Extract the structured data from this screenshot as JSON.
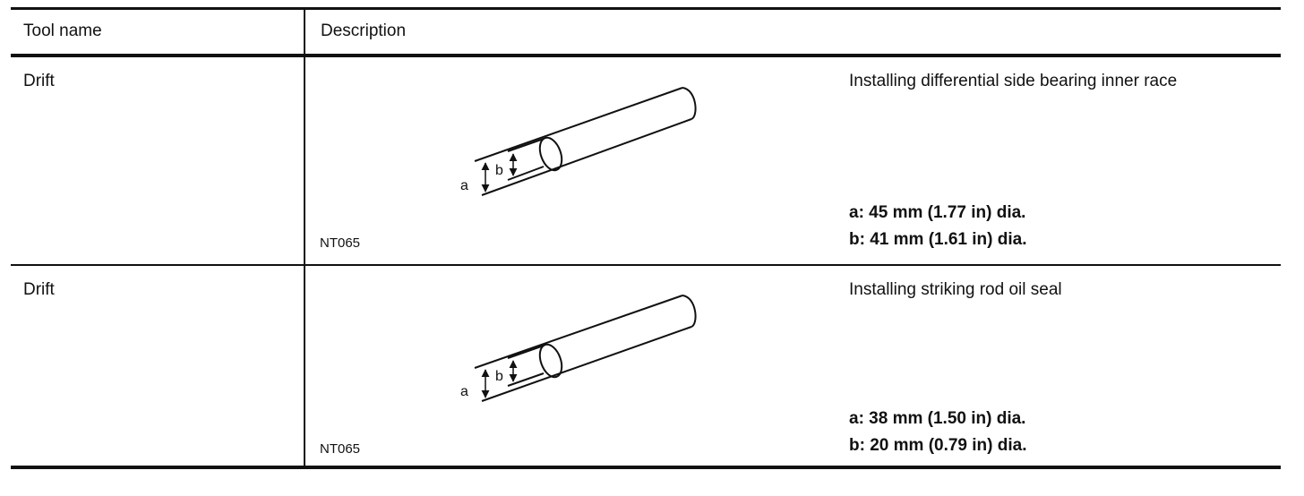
{
  "header": {
    "tool_name": "Tool name",
    "description": "Description"
  },
  "rows": [
    {
      "tool_name": "Drift",
      "purpose": "Installing differential side bearing inner race",
      "dim_a": "a:  45 mm (1.77 in) dia.",
      "dim_b": "b:  41 mm (1.61 in) dia.",
      "code": "NT065",
      "label_a": "a",
      "label_b": "b"
    },
    {
      "tool_name": "Drift",
      "purpose": "Installing striking rod oil seal",
      "dim_a": "a:  38 mm (1.50 in) dia.",
      "dim_b": "b:  20 mm (0.79 in) dia.",
      "code": "NT065",
      "label_a": "a",
      "label_b": "b"
    }
  ]
}
